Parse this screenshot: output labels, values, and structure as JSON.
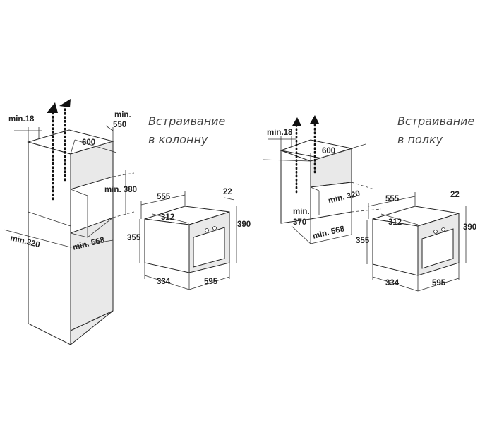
{
  "left": {
    "title_line1": "Встраивание",
    "title_line2": "в колонну",
    "cabinet": {
      "min18": "min.18",
      "min550_line1": "min.",
      "min550_line2": "550",
      "w600": "600",
      "min380": "min. 380",
      "min568": "min. 568",
      "min320": "min.320"
    },
    "oven": {
      "d555": "555",
      "d22": "22",
      "d312": "312",
      "d390": "390",
      "d355": "355",
      "d334": "334",
      "d595": "595"
    }
  },
  "right": {
    "title_line1": "Встраивание",
    "title_line2": "в полку",
    "cabinet": {
      "min18": "min.18",
      "w600": "600",
      "min320": "min. 320",
      "min370_line1": "min.",
      "min370_line2": "370",
      "min568": "min. 568"
    },
    "oven": {
      "d555": "555",
      "d22": "22",
      "d312": "312",
      "d390": "390",
      "d355": "355",
      "d334": "334",
      "d595": "595"
    }
  }
}
